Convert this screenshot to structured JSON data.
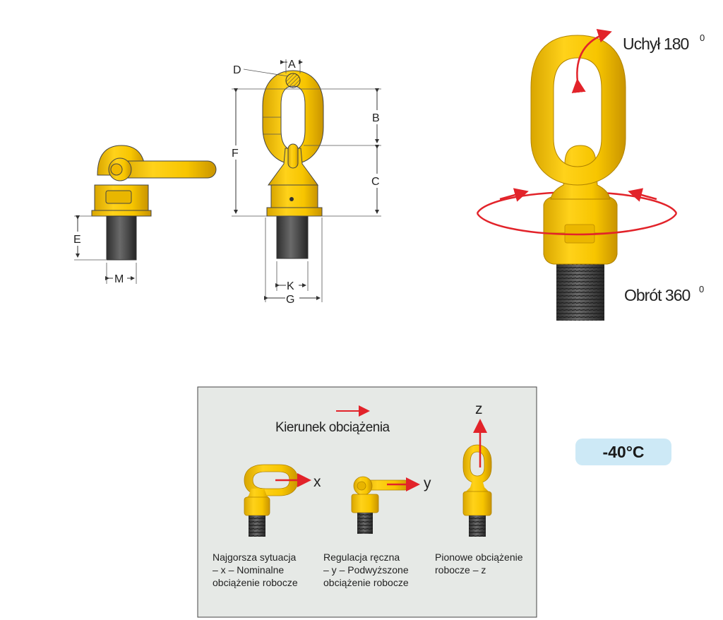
{
  "diagram": {
    "dimension_labels": [
      "A",
      "B",
      "C",
      "D",
      "E",
      "F",
      "G",
      "K",
      "M"
    ],
    "tilt_label": "Uchył 180",
    "tilt_superscript": "0",
    "rotate_label": "Obrót 360",
    "rotate_superscript": "0"
  },
  "load_panel": {
    "title": "Kierunek obciążenia",
    "axes": [
      "x",
      "y",
      "z"
    ],
    "captions": [
      [
        "Najgorsza sytuacja",
        "– x – Nominalne",
        "obciążenie robocze"
      ],
      [
        "Regulacja ręczna",
        "– y – Podwyższone",
        "obciążenie robocze"
      ],
      [
        "Pionowe obciążenie",
        "robocze – z"
      ]
    ]
  },
  "temperature_badge": "-40°C",
  "colors": {
    "yellow": "#f5c400",
    "yellow_dark": "#c99a00",
    "arrow_red": "#e2232a",
    "panel_bg": "#e6e9e6",
    "badge_bg": "#cde9f6",
    "bolt": "#4a4a4a"
  }
}
